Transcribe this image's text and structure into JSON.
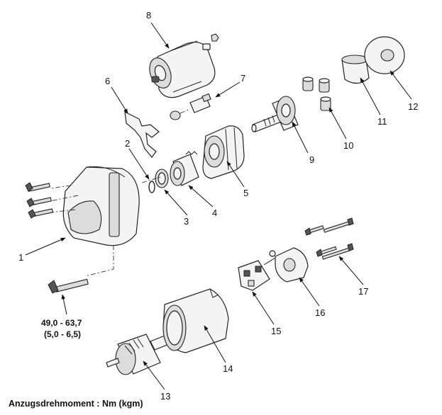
{
  "diagram": {
    "callouts": [
      "1",
      "2",
      "3",
      "4",
      "5",
      "6",
      "7",
      "8",
      "9",
      "10",
      "11",
      "12",
      "13",
      "14",
      "15",
      "16",
      "17"
    ],
    "torque_value": "49,0 - 63,7",
    "torque_value_kgm": "(5,0 - 6,5)",
    "legend": "Anzugsdrehmoment : Nm (kgm)"
  }
}
